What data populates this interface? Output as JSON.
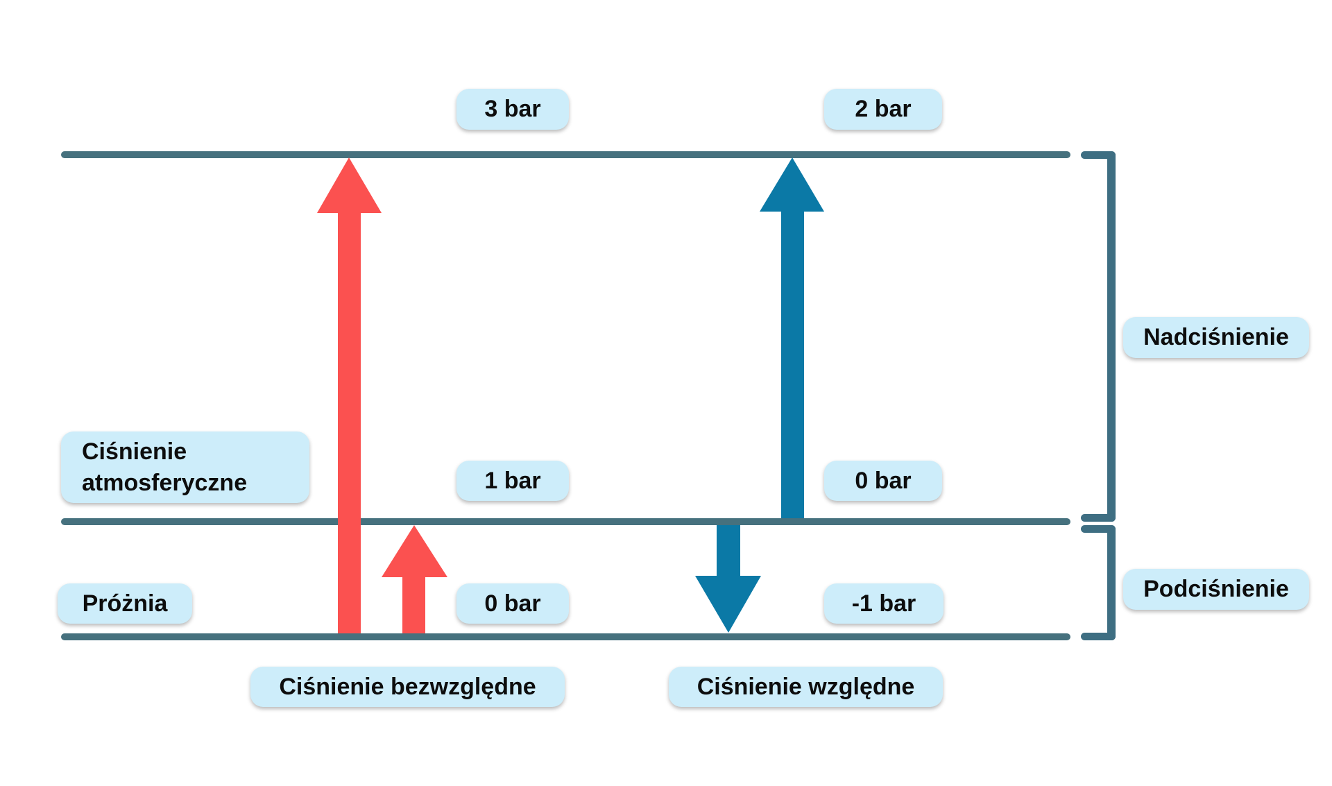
{
  "diagram": {
    "description": "Pressure scales diagram comparing absolute and relative (gauge) pressure",
    "levels": {
      "top_line_absolute": "3 bar",
      "top_line_relative": "2 bar",
      "atmospheric_line_absolute": "1 bar",
      "atmospheric_line_relative": "0 bar",
      "vacuum_line_absolute": "0 bar",
      "vacuum_line_relative": "-1 bar"
    }
  },
  "labels": {
    "abs_top": "3 bar",
    "rel_top": "2 bar",
    "atmospheric_line1": "Ciśnienie",
    "atmospheric_line2": "atmosferyczne",
    "abs_mid": "1 bar",
    "rel_mid": "0 bar",
    "vacuum": "Próżnia",
    "abs_bottom": "0 bar",
    "rel_bottom": "-1 bar",
    "absolute_axis": "Ciśnienie bezwzględne",
    "relative_axis": "Ciśnienie względne",
    "overpressure": "Nadciśnienie",
    "underpressure": "Podciśnienie"
  },
  "colors": {
    "line": "#46717E",
    "bracket": "#3E6E82",
    "red_arrow": "#FB5150",
    "blue_arrow": "#0B79A6",
    "label_bg": "#CDEDFA",
    "label_text": "#0D0D0D"
  },
  "icons": {
    "red_big_arrow": "up-arrow-icon",
    "red_small_arrow": "up-arrow-icon",
    "blue_up_arrow": "up-arrow-icon",
    "blue_down_arrow": "down-arrow-icon"
  }
}
